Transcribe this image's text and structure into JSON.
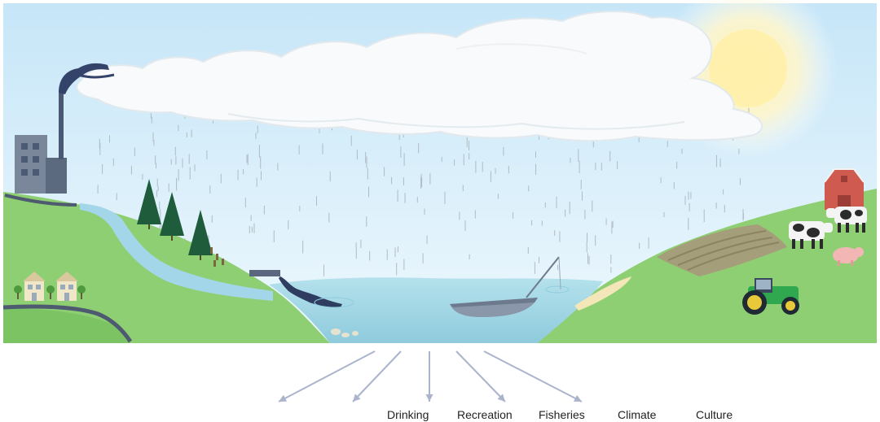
{
  "colors": {
    "sky_top": "#c6e6f8",
    "sky_bottom": "#eef8fd",
    "cloud": "#f7f9fa",
    "cloud_edge": "#dfe7ec",
    "sun": "#fff0b0",
    "grass": "#8fcf73",
    "grass_light": "#b7e09f",
    "grass_dark": "#6fb55a",
    "water": "#a4d8e5",
    "water_dark": "#7fc4d6",
    "river": "#9fd3e6",
    "factory": "#77859a",
    "smoke": "#3b4a6b",
    "pollution": "#2f3d60",
    "rain": "#a9b4bc",
    "barn": "#d25a50",
    "tree": "#1f5a3a",
    "tractor": "#2fa84f",
    "arrow": "#aab4cc"
  },
  "icons": [
    "sun-icon",
    "cloud-icon",
    "factory-icon",
    "smoke-icon",
    "tree-icon",
    "house-icon",
    "pipe-icon",
    "boat-icon",
    "fishing-rod-icon",
    "barn-icon",
    "cow-icon",
    "pig-icon",
    "tractor-icon",
    "field-icon",
    "arrow-icon"
  ],
  "labels": {
    "drinking": "Drinking",
    "recreation": "Recreation",
    "fisheries": "Fisheries",
    "climate": "Climate",
    "culture": "Culture"
  }
}
